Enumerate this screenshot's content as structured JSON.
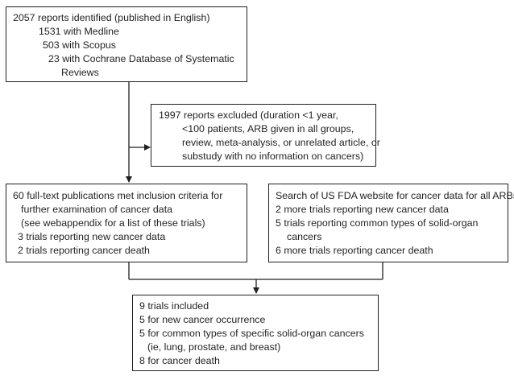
{
  "boxes": {
    "identified": {
      "lines": [
        "2057 reports identified (published in English)",
        "1531 with Medline",
        "503 with Scopus",
        "23 with Cochrane Database of Systematic",
        "Reviews"
      ]
    },
    "excluded": {
      "lines": [
        "1997 reports excluded (duration <1 year,",
        "<100 patients, ARB given in all groups,",
        "review, meta-analysis, or unrelated article, or",
        "substudy with no information on cancers)"
      ]
    },
    "fulltext": {
      "lines": [
        "60 full-text publications met inclusion criteria for",
        "further examination of cancer data",
        "(see webappendix for a list of these trials)",
        "3 trials reporting new cancer data",
        "2 trials reporting cancer death"
      ]
    },
    "fda": {
      "lines": [
        "Search of US FDA website for cancer data for all ARBs",
        "2 more trials reporting new cancer data",
        "5 trials reporting common types of solid-organ",
        "cancers",
        "6 more trials reporting cancer death"
      ]
    },
    "included": {
      "lines": [
        "9 trials included",
        "5 for new cancer occurrence",
        "5 for common types of specific solid-organ cancers",
        "(ie, lung, prostate, and breast)",
        "8 for cancer death"
      ]
    }
  }
}
